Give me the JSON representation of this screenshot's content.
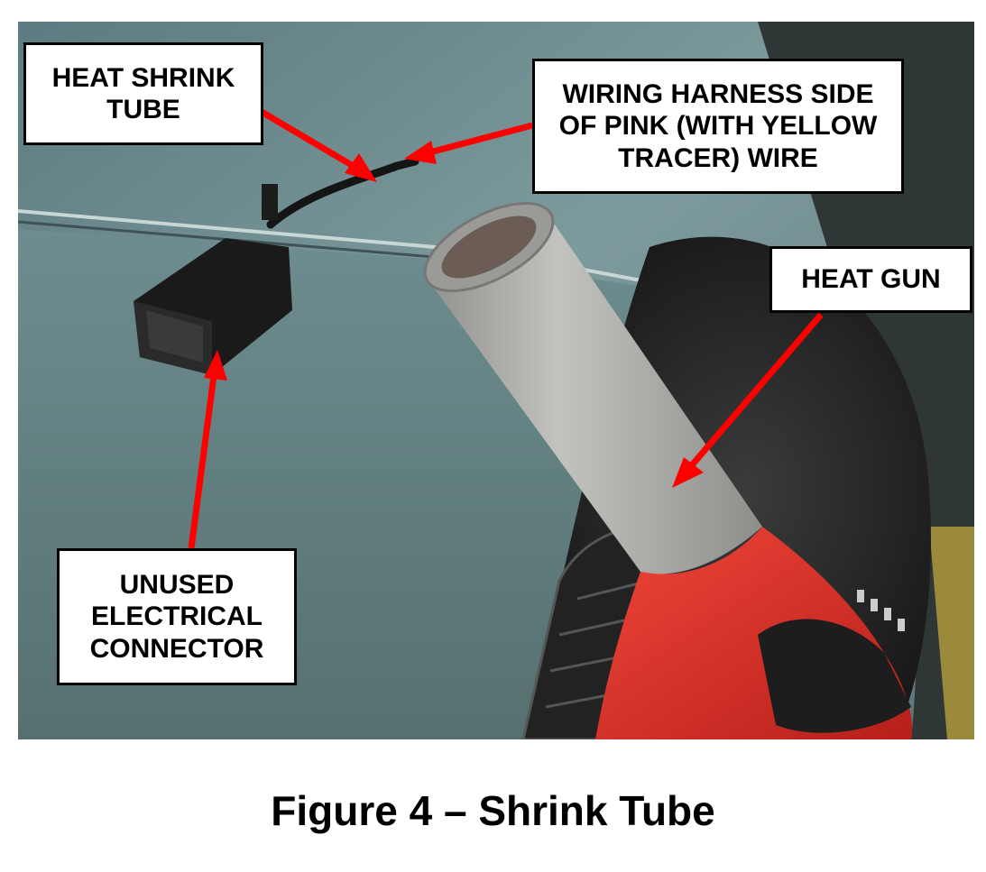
{
  "figure": {
    "caption": "Figure 4 – Shrink Tube"
  },
  "callouts": {
    "heat_shrink_tube": "HEAT SHRINK\nTUBE",
    "wiring_harness": "WIRING HARNESS SIDE\nOF PINK (WITH YELLOW\nTRACER) WIRE",
    "heat_gun": "HEAT GUN",
    "unused_connector": "UNUSED\nELECTRICAL\nCONNECTOR"
  },
  "photo": {
    "subject": "heat gun near wiring harness connector in vehicle wheel well",
    "colors": {
      "panel": "#6f8c8f",
      "tire": "#2a2a2a",
      "heat_gun_body": "#d8302a",
      "heat_gun_nozzle": "#a8a9a5",
      "arrow": "#ff0000"
    }
  }
}
